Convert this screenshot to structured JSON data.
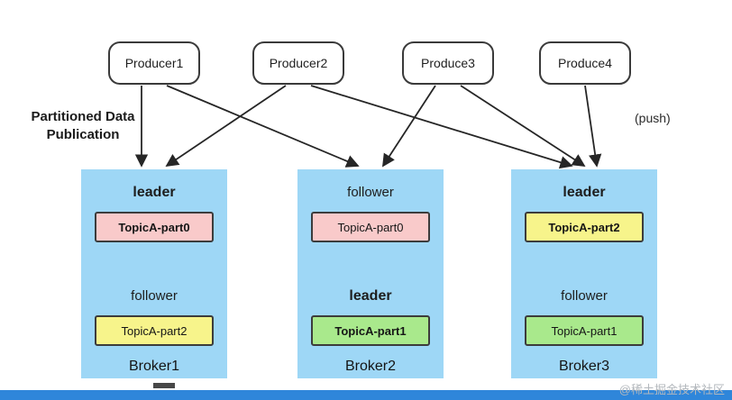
{
  "heading": {
    "partitioned_line1": "Partitioned Data",
    "partitioned_line2": "Publication",
    "push": "(push)"
  },
  "producers": [
    {
      "label": "Producer1"
    },
    {
      "label": "Producer2"
    },
    {
      "label": "Produce3"
    },
    {
      "label": "Produce4"
    }
  ],
  "brokers": [
    {
      "name": "Broker1",
      "slots": [
        {
          "role": "leader",
          "leader": true,
          "topic": "TopicA-part0",
          "color": "#f9caca"
        },
        {
          "role": "follower",
          "leader": false,
          "topic": "TopicA-part2",
          "color": "#f7f48b"
        }
      ]
    },
    {
      "name": "Broker2",
      "slots": [
        {
          "role": "follower",
          "leader": false,
          "topic": "TopicA-part0",
          "color": "#f9caca"
        },
        {
          "role": "leader",
          "leader": true,
          "topic": "TopicA-part1",
          "color": "#a9e98c"
        }
      ]
    },
    {
      "name": "Broker3",
      "slots": [
        {
          "role": "leader",
          "leader": true,
          "topic": "TopicA-part2",
          "color": "#f7f48b"
        },
        {
          "role": "follower",
          "leader": false,
          "topic": "TopicA-part1",
          "color": "#a9e98c"
        }
      ]
    }
  ],
  "arrows": {
    "color": "#262626",
    "connections": [
      [
        0,
        0
      ],
      [
        0,
        1
      ],
      [
        1,
        0
      ],
      [
        1,
        2
      ],
      [
        2,
        1
      ],
      [
        2,
        2
      ],
      [
        3,
        2
      ]
    ]
  },
  "colors": {
    "broker_fill": "#9ed7f6",
    "bottom_bar": "#2f86da"
  },
  "watermark": "@稀土掘金技术社区"
}
